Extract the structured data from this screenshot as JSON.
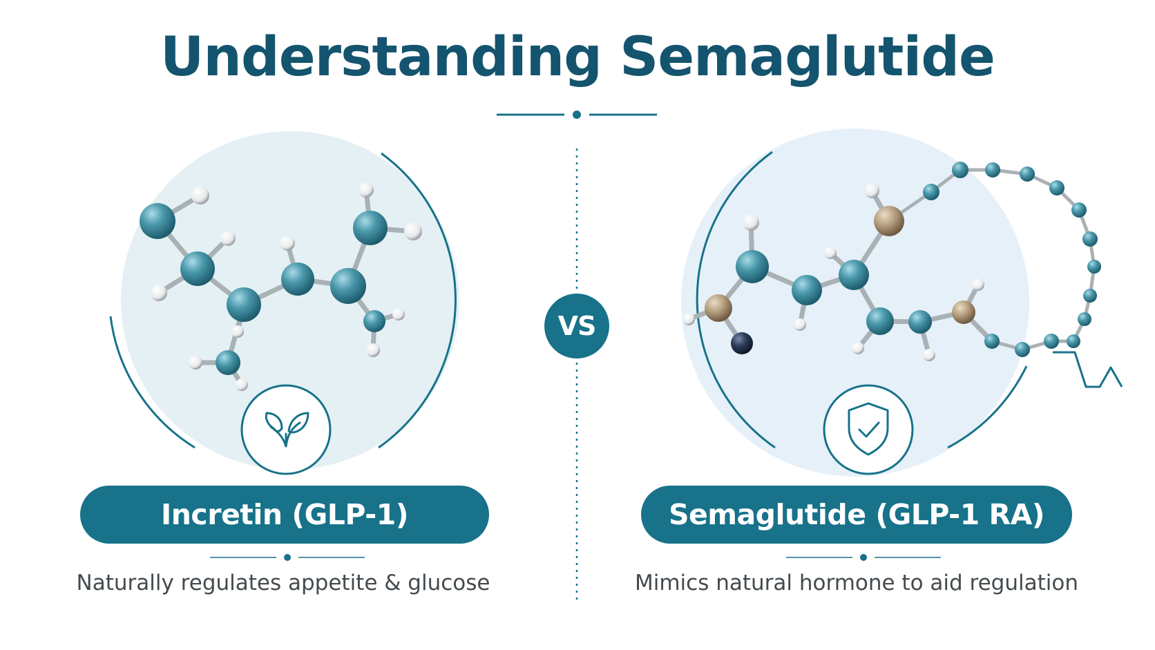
{
  "title": "Understanding Semaglutide",
  "vs_label": "VS",
  "left": {
    "label": "Incretin (GLP-1)",
    "description": "Naturally regulates appetite & glucose",
    "icon": "leaf-icon"
  },
  "right": {
    "label": "Semaglutide (GLP-1 RA)",
    "description": "Mimics natural hormone to aid regulation",
    "icon": "shield-check-icon"
  },
  "colors": {
    "primary": "#17728a",
    "title": "#14546e",
    "atom_carbon": "#3e8fa3",
    "atom_hydrogen": "#f1f3f4",
    "atom_oxygen": "#b59e7e",
    "atom_nitrogen": "#2a3a55",
    "background_left": "#e4f0f3",
    "background_right": "#e6f0f8"
  }
}
